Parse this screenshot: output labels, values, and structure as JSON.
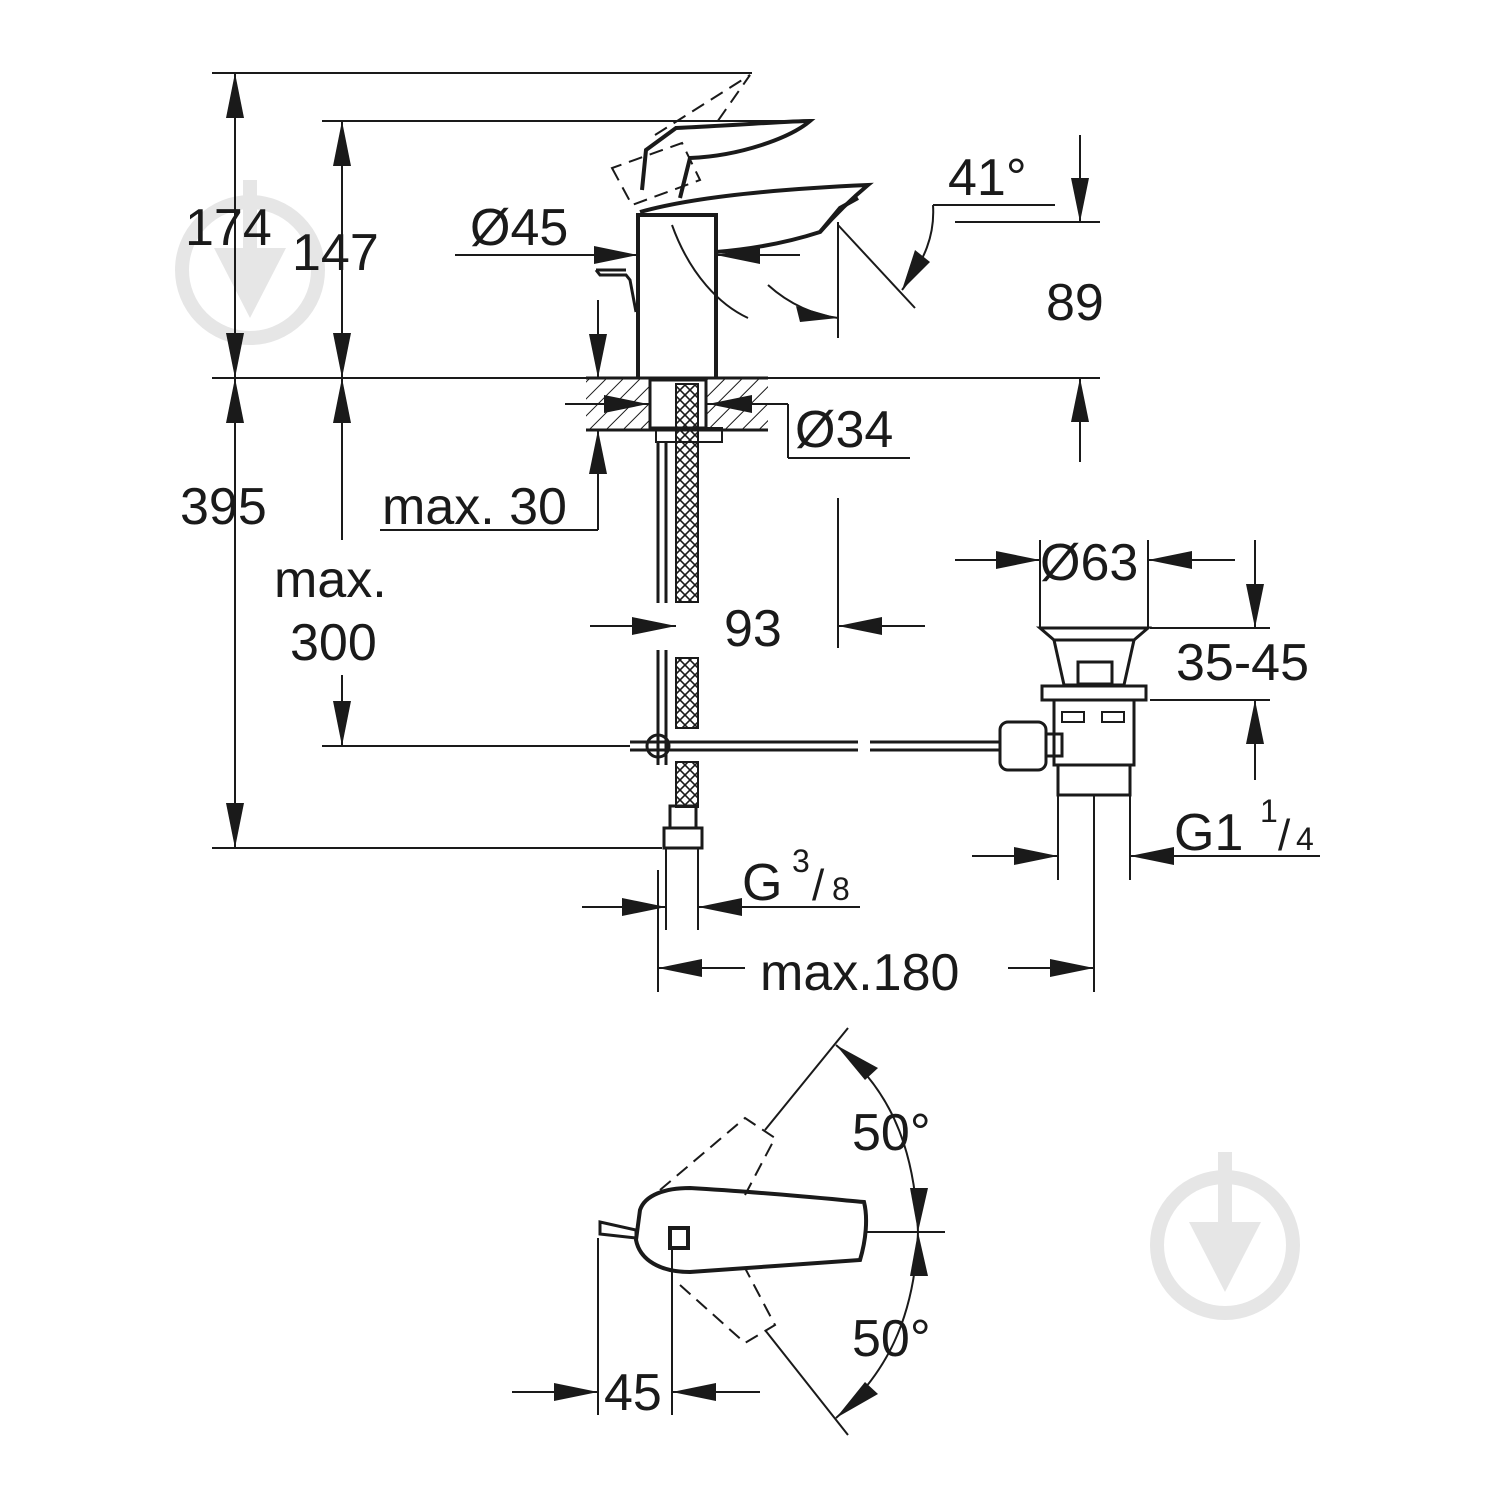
{
  "labels": {
    "height_total": "174",
    "height_spout": "147",
    "body_diameter": "Ø45",
    "lever_angle": "41°",
    "spout_height": "89",
    "mount_diameter": "Ø34",
    "deck_thickness": "max. 30",
    "overall_depth": "395",
    "hose_max_1": "max.",
    "hose_max_2": "300",
    "spout_reach": "93",
    "waste_diameter": "Ø63",
    "waste_height": "35-45",
    "waste_thread_main": "G1",
    "waste_thread_sup": "1",
    "waste_thread_sub": "4",
    "supply_thread_main": "G",
    "supply_thread_sup": "3",
    "supply_thread_sub": "8",
    "waste_offset": "max.180",
    "rotate_up": "50°",
    "rotate_down": "50°",
    "lever_offset": "45"
  },
  "colors": {
    "line": "#1a1a1a",
    "watermark": "#e6e6e6"
  }
}
